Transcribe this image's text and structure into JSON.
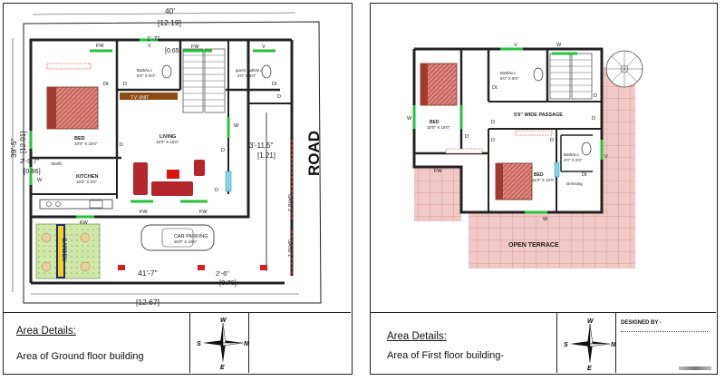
{
  "ground": {
    "top_dim": {
      "ft": "40'",
      "m": "[12.19]"
    },
    "left_dim": {
      "ft": "39'-5\"",
      "m": "[12.01]"
    },
    "bottom_dim": {
      "ft": "41'-7\"",
      "m": "[12.67]"
    },
    "top_offset": {
      "ft": "1'-7\"",
      "m": "[0.65]"
    },
    "side_offset": {
      "ft": "2'-9.7\"",
      "m": "[0.86]"
    },
    "right_offset": {
      "ft": "3'-11.5\"",
      "m": "[1.21]"
    },
    "gate_offset": {
      "ft": "2'-6\"",
      "m": "[0.76]"
    },
    "road_label": "ROAD",
    "gate1": "GATE 1",
    "gate2": "GATE 2",
    "rooms": {
      "bed": {
        "name": "BED",
        "size": "10'0\" X 16'0\""
      },
      "bath": {
        "name": "Bath/w.c",
        "size": "5'0\" X 6'0\""
      },
      "guest_bath": {
        "name": "guest Bath/w.c",
        "size": "4'0\" X 6'0\""
      },
      "living": {
        "name": "LIVING",
        "size": "16'0\" X 16'0\""
      },
      "kitchen": {
        "name": "KITCHEN",
        "size": "10'0\" X 6'0\""
      },
      "car_parking": {
        "name": "CAR PARKING",
        "size": "26'0\" X 10'0\""
      },
      "tv_unit": "T.V UNIT",
      "shelfs": "Shelfs",
      "garden": "GARDEN"
    },
    "tags": {
      "fw": "FW",
      "v": "V",
      "d": "D",
      "w": "W",
      "kw": "KW",
      "dt": "Dt"
    }
  },
  "first": {
    "rooms": {
      "bed1": {
        "name": "BED",
        "size": "10'0\" X 16'0\""
      },
      "bed2": {
        "name": "BED",
        "size": "11'0\" X 10'0\""
      },
      "bath1": {
        "name": "Bath/w.c",
        "size": "5'0\" X 6'0\""
      },
      "bath2": {
        "name": "Bath/w.c",
        "size": "4'0\" X 6'0\""
      },
      "passage": "5'6\" WIDE PASSAGE",
      "terrace": "OPEN TERRACE",
      "dressing": "Dressing"
    },
    "tags": {
      "fw": "FW",
      "v": "V",
      "d": "D",
      "w": "W",
      "dt": "Dt"
    }
  },
  "footer": {
    "left_title": "Area Details:",
    "left_text": "Area of Ground floor building",
    "right_title": "Area Details:",
    "right_text": "Area of First floor building-",
    "designed_by": "DESIGNED BY -",
    "compass": {
      "n": "N",
      "s": "S",
      "e": "E",
      "w": "W"
    }
  },
  "colors": {
    "wall": "#222222",
    "window": "#27c23a",
    "terrace": "#f0c9c6",
    "terrace_grid": "#d88f8a",
    "bed_cover": "#c9685e",
    "bed_pillow": "#a33a2f",
    "sofa": "#b3262b",
    "garden": "#cfe7a8",
    "tv_unit": "#8a4b14",
    "gate": "#d42020"
  }
}
